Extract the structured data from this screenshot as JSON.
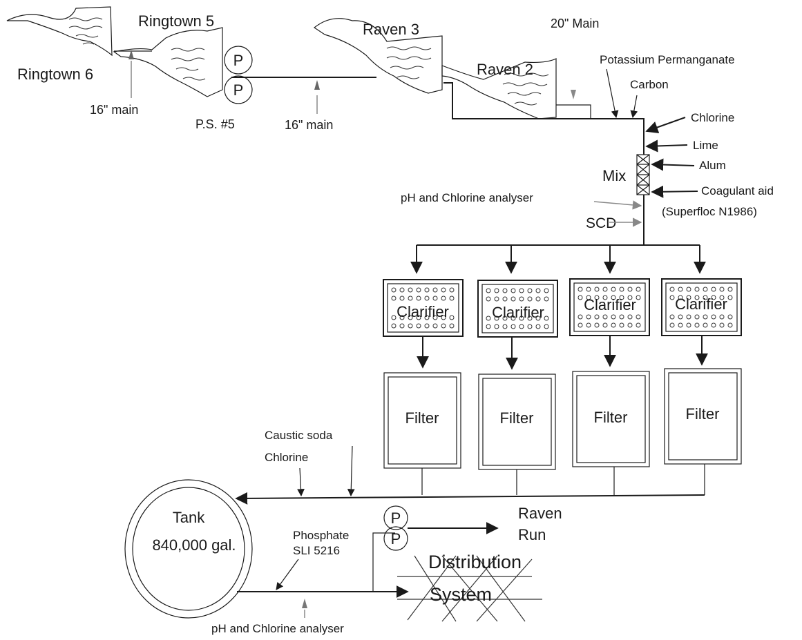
{
  "labels": {
    "ringtown5": "Ringtown 5",
    "ringtown6": "Ringtown 6",
    "raven3": "Raven 3",
    "raven2": "Raven 2",
    "main20": "20\" Main",
    "main16_left": "16\" main",
    "main16_mid": "16\" main",
    "ps5": "P.S. #5",
    "pump": "P",
    "potassium": "Potassium Permanganate",
    "carbon": "Carbon",
    "chlorine_top": "Chlorine",
    "lime": "Lime",
    "alum": "Alum",
    "mix": "Mix",
    "coagulant": "Coagulant aid",
    "superfloc": "(Superfloc N1986)",
    "ph_top": "pH and Chlorine analyser",
    "scd": "SCD",
    "clarifier": "Clarifier",
    "filter": "Filter",
    "caustic": "Caustic soda",
    "chlorine_bottom": "Chlorine",
    "tank": "Tank",
    "tank_size": "840,000 gal.",
    "phosphate": "Phosphate",
    "sli": "SLI 5216",
    "raven_run1": "Raven",
    "raven_run2": "Run",
    "distribution1": "Distribution",
    "distribution2": "System",
    "ph_bottom": "pH and Chlorine analyser"
  }
}
